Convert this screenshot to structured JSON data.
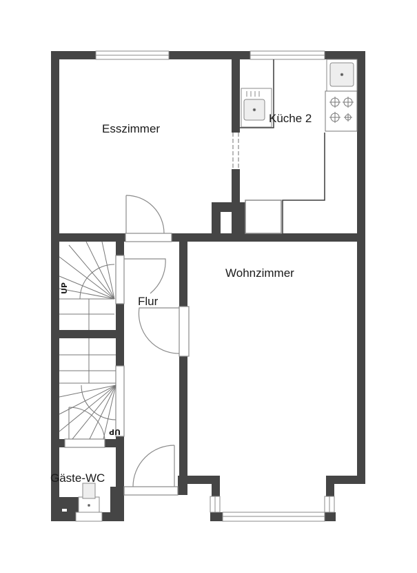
{
  "plan": {
    "colors": {
      "wall": "#454545",
      "line": "#8a8a8a",
      "fixture": "#9a9a9a",
      "background": "#ffffff",
      "text": "#1a1a1a"
    },
    "rooms": [
      {
        "id": "esszimmer",
        "label": "Esszimmer"
      },
      {
        "id": "kueche",
        "label": "Küche 2"
      },
      {
        "id": "wohnzimmer",
        "label": "Wohnzimmer"
      },
      {
        "id": "flur",
        "label": "Flur"
      },
      {
        "id": "gaeste-wc",
        "label": "Gäste-WC"
      }
    ],
    "stairs": [
      {
        "id": "stair-upper",
        "label": "UP"
      },
      {
        "id": "stair-lower",
        "label": "UP"
      }
    ],
    "fixtures": [
      "sink",
      "sink",
      "stove",
      "toilet"
    ]
  }
}
